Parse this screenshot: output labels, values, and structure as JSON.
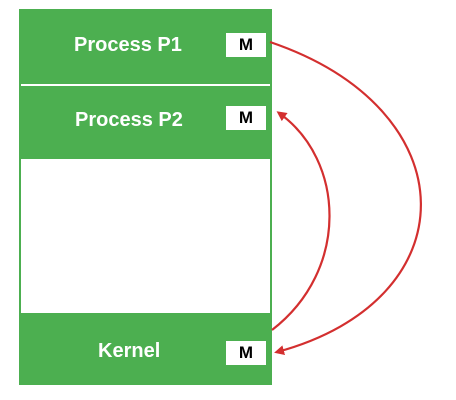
{
  "blocks": {
    "p1": {
      "label": "Process P1",
      "marker": "M"
    },
    "p2": {
      "label": "Process P2",
      "marker": "M"
    },
    "kernel": {
      "label": "Kernel",
      "marker": "M"
    }
  },
  "colors": {
    "block": "#4caf50",
    "arrow": "#d32f2f",
    "text": "#ffffff"
  }
}
